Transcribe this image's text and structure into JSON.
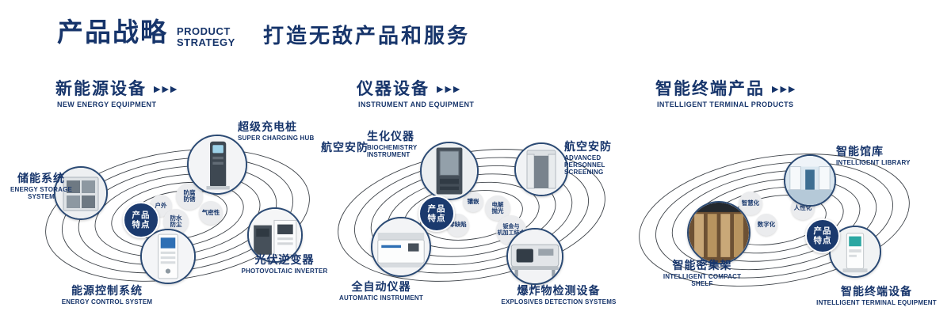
{
  "chevrons": "▶▶▶",
  "header": {
    "title_cn": "产品战略",
    "title_en_line1": "PRODUCT",
    "title_en_line2": "STRATEGY",
    "slogan": "打造无敌产品和服务"
  },
  "colors": {
    "navy": "#17356b",
    "badge": "#1b3a6e"
  },
  "sections": [
    {
      "title_cn": "新能源设备",
      "title_en": "NEW ENERGY EQUIPMENT",
      "badge": "产品\n特点",
      "bubbles": [
        "户外",
        "防腐\n防锈",
        "气密性",
        "防水\n防尘"
      ],
      "nodes": [
        {
          "cn": "储能系统",
          "en": "ENERGY STORAGE SYSTEM"
        },
        {
          "cn": "超级充电桩",
          "en": "SUPER CHARGING HUB"
        },
        {
          "cn": "光伏逆变器",
          "en": "PHOTOVOLTAIC INVERTER"
        },
        {
          "cn": "能源控制系统",
          "en": "ENERGY CONTROL SYSTEM"
        }
      ]
    },
    {
      "title_cn": "仪器设备",
      "title_en": "INSTRUMENT AND EQUIPMENT",
      "side_label": "航空安防",
      "badge": "产品\n特点",
      "bubbles": [
        "镶嵌",
        "电解\n抛光",
        "零缺陷",
        "钣金与\n机加工结合"
      ],
      "nodes": [
        {
          "cn": "生化仪器",
          "en": "BIOCHEMISTRY INSTRUMENT"
        },
        {
          "cn": "航空安防",
          "en": "ADVANCED PERSONNEL SCREENING"
        },
        {
          "cn": "全自动仪器",
          "en": "AUTOMATIC INSTRUMENT"
        },
        {
          "cn": "爆炸物检测设备",
          "en": "EXPLOSIVES DETECTION SYSTEMS"
        }
      ]
    },
    {
      "title_cn": "智能终端产品",
      "title_en": "INTELLIGENT TERMINAL PRODUCTS",
      "badge": "产品\n特点",
      "bubbles": [
        "智慧化",
        "人性化",
        "数字化"
      ],
      "nodes": [
        {
          "cn": "智能馆库",
          "en": "INTELLIGENT LIBRARY"
        },
        {
          "cn": "智能密集架",
          "en": "INTELLIGENT COMPACT SHELF"
        },
        {
          "cn": "智能终端设备",
          "en": "INTELLIGENT TERMINAL EQUIPMENT"
        }
      ]
    }
  ]
}
